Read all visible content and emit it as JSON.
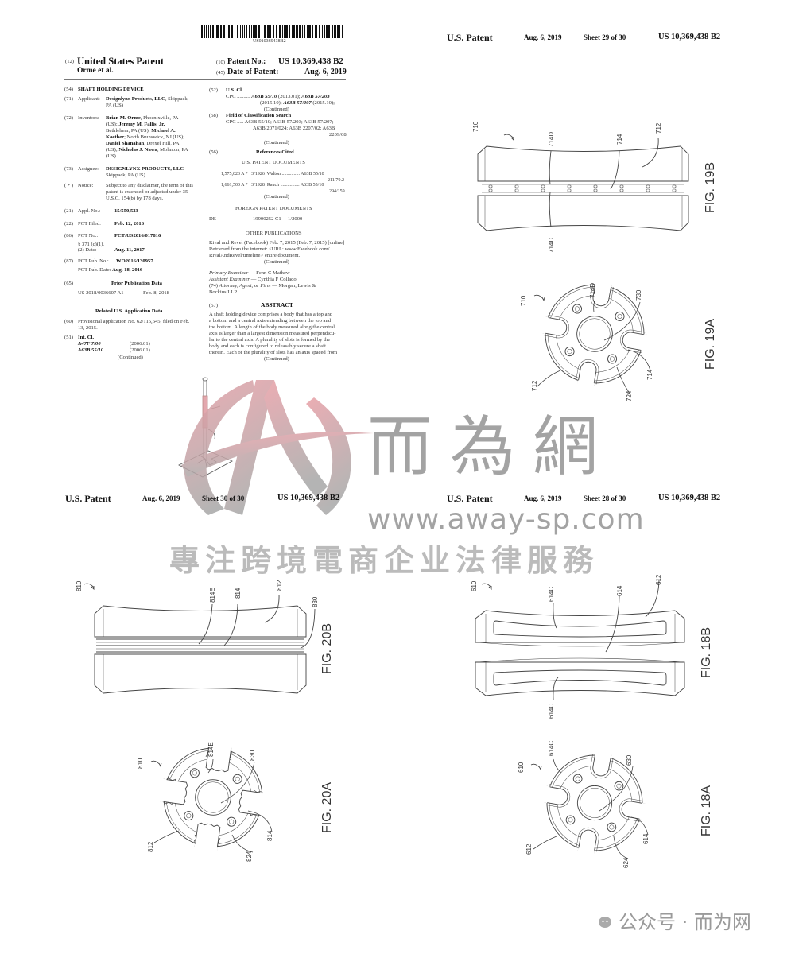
{
  "front_page": {
    "barcode_text": "US010369438B2",
    "header": {
      "code12": "(12)",
      "kind": "United States Patent",
      "authors": "Orme et al.",
      "code10": "(10)",
      "patent_no_label": "Patent No.:",
      "patent_no": "US 10,369,438 B2",
      "code45": "(45)",
      "date_label": "Date of Patent:",
      "date": "Aug. 6, 2019"
    },
    "left": {
      "title_code": "(54)",
      "title": "SHAFT HOLDING DEVICE",
      "applicant_code": "(71)",
      "applicant_label": "Applicant:",
      "applicant_name": "Designlynx Products, LLC",
      "applicant_loc1": ", Skippack,",
      "applicant_loc2": "PA (US)",
      "inventors_code": "(72)",
      "inventors_label": "Inventors:",
      "inventors": [
        [
          "Brian M. Orme",
          ", Phoenixville, PA"
        ],
        [
          "(US); ",
          "Jeremy M. Fallis, Jr."
        ],
        [
          "Bethlehem, PA (US); ",
          "Michael A."
        ],
        [
          "Koether",
          "; North Brunswick, NJ (US);"
        ],
        [
          "Daniel Shanahan",
          ", Drexel Hill, PA"
        ],
        [
          "(US); ",
          "Nicholas J. Nawa",
          ", Mohnton, PA"
        ],
        [
          "(US)"
        ]
      ],
      "assignee_code": "(73)",
      "assignee_label": "Assignee:",
      "assignee_name": "DESIGNLYNX PRODUCTS, LLC",
      "assignee_loc": "Skippack, PA (US)",
      "notice_code": "( * )",
      "notice_label": "Notice:",
      "notice_lines": [
        "Subject to any disclaimer, the term of this",
        "patent is extended or adjusted under 35",
        "U.S.C. 154(b) by 178 days."
      ],
      "appl_code": "(21)",
      "appl_label": "Appl. No.:",
      "appl_no": "15/550,533",
      "pct_filed_code": "(22)",
      "pct_filed_label": "PCT Filed:",
      "pct_filed": "Feb. 12, 2016",
      "pct_no_code": "(86)",
      "pct_no_label": "PCT No.:",
      "pct_no": "PCT/US2016/017816",
      "s371_label1": "§ 371 (c)(1),",
      "s371_label2": "(2) Date:",
      "s371_date": "Aug. 11, 2017",
      "pub_no_code": "(87)",
      "pub_no_label": "PCT Pub. No.:",
      "pub_no": "WO2016/130957",
      "pub_date_label": "PCT Pub. Date:",
      "pub_date": "Aug. 18, 2016",
      "prior_code": "(65)",
      "prior_title": "Prior Publication Data",
      "prior_no": "US 2018/0036607 A1",
      "prior_date": "Feb. 8, 2018",
      "related_title": "Related U.S. Application Data",
      "prov_code": "(60)",
      "prov_lines": [
        "Provisional application No. 62/115,645, filed on Feb.",
        "13, 2015."
      ],
      "intcl_code": "(51)",
      "intcl_title": "Int. Cl.",
      "intcl": [
        [
          "A47F 7/00",
          "(2006.01)"
        ],
        [
          "A63B 55/10",
          "(2006.01)"
        ]
      ],
      "continued": "(Continued)"
    },
    "right": {
      "uscl_code": "(52)",
      "uscl_title": "U.S. Cl.",
      "cpc_line1_a": "CPC ..........",
      "cpc_line1_b": "A63B 55/10",
      "cpc_line1_c": "(2013.01);",
      "cpc_line1_d": "A63B 57/203",
      "cpc_line2_a": "(2015.10);",
      "cpc_line2_b": "A63B 57/207",
      "cpc_line2_c": "(2015.10);",
      "field_code": "(58)",
      "field_title": "Field of Classification Search",
      "field_lines": [
        "CPC ..... A63B 55/10; A63B 57/203; A63B 57/207;",
        "A63B 2071/024; A63B 2207/02; A63B",
        "2209/08"
      ],
      "refs_code": "(56)",
      "refs_title": "References Cited",
      "us_docs_title": "U.S. PATENT DOCUMENTS",
      "us_docs": [
        {
          "no": "1,575,023 A *",
          "date": "3/1926",
          "name": "Walton",
          "cls": "A63B 55/10",
          "cls2": "211/70.2"
        },
        {
          "no": "1,661,500 A *",
          "date": "3/1928",
          "name": "Rauch",
          "cls": "A63B 55/10",
          "cls2": "294/159"
        }
      ],
      "foreign_title": "FOREIGN PATENT DOCUMENTS",
      "foreign": {
        "country": "DE",
        "no": "19900252 C1",
        "date": "1/2000"
      },
      "other_title": "OTHER PUBLICATIONS",
      "other_lines": [
        "Rival and Revel (Facebook) Feb. 7, 2015 (Feb. 7, 2015) [online]",
        "Retrieved from the internet: <URL: www.Facebook.com/",
        "RivalAndRevel/timeline> entire document."
      ],
      "primary_label": "Primary Examiner",
      "primary": "— Fenn C Mathew",
      "assistant_label": "Assistant Examiner",
      "assistant": "— Cynthia F Collado",
      "attorney_code": "(74)",
      "attorney_label": "Attorney, Agent, or Firm",
      "attorney": "— Morgan, Lewis &",
      "attorney2": "Bockius LLP.",
      "abstract_code": "(57)",
      "abstract_title": "ABSTRACT",
      "abstract_lines": [
        "A shaft holding device comprises a body that has a top and",
        "a bottom and a central axis extending between the top and",
        "the bottom. A length of the body measured along the central",
        "axis is larger than a largest dimension measured perpendicu-",
        "lar to the central axis. A plurality of slots is formed by the",
        "body and each is configured to releasably secure a shaft",
        "therein. Each of the plurality of slots has an axis spaced from"
      ],
      "continued": "(Continued)"
    }
  },
  "sheets": {
    "sheet29": {
      "publisher": "U.S. Patent",
      "date": "Aug. 6, 2019",
      "sheet": "Sheet 29 of 30",
      "number": "US 10,369,438 B2",
      "fig_b": {
        "caption": "FIG. 19B",
        "labels": [
          "710",
          "714D",
          "714",
          "712",
          "714D"
        ]
      },
      "fig_a": {
        "caption": "FIG. 19A",
        "labels": [
          "710",
          "714D",
          "730",
          "714",
          "724",
          "712"
        ]
      }
    },
    "sheet30": {
      "publisher": "U.S. Patent",
      "date": "Aug. 6, 2019",
      "sheet": "Sheet 30 of 30",
      "number": "US 10,369,438 B2",
      "fig_b": {
        "caption": "FIG. 20B",
        "labels": [
          "810",
          "814E",
          "814",
          "812",
          "830"
        ]
      },
      "fig_a": {
        "caption": "FIG. 20A",
        "labels": [
          "810",
          "814E",
          "830",
          "814",
          "824",
          "812"
        ]
      }
    },
    "sheet28": {
      "publisher": "U.S. Patent",
      "date": "Aug. 6, 2019",
      "sheet": "Sheet 28 of 30",
      "number": "US 10,369,438 B2",
      "fig_b": {
        "caption": "FIG. 18B",
        "labels": [
          "610",
          "614C",
          "614",
          "612",
          "614C"
        ]
      },
      "fig_a": {
        "caption": "FIG. 18A",
        "labels": [
          "610",
          "614C",
          "630",
          "614",
          "624",
          "612"
        ]
      }
    }
  },
  "watermark": {
    "brand_cn": "而為網",
    "url": "www.away-sp.com",
    "slogan": "專注跨境電商企业法律服務",
    "logo_colors": [
      "#e8a0a6",
      "#a8a8a8"
    ]
  },
  "footer": {
    "icon": "wechat-icon",
    "text": "公众号 · 而为网"
  }
}
